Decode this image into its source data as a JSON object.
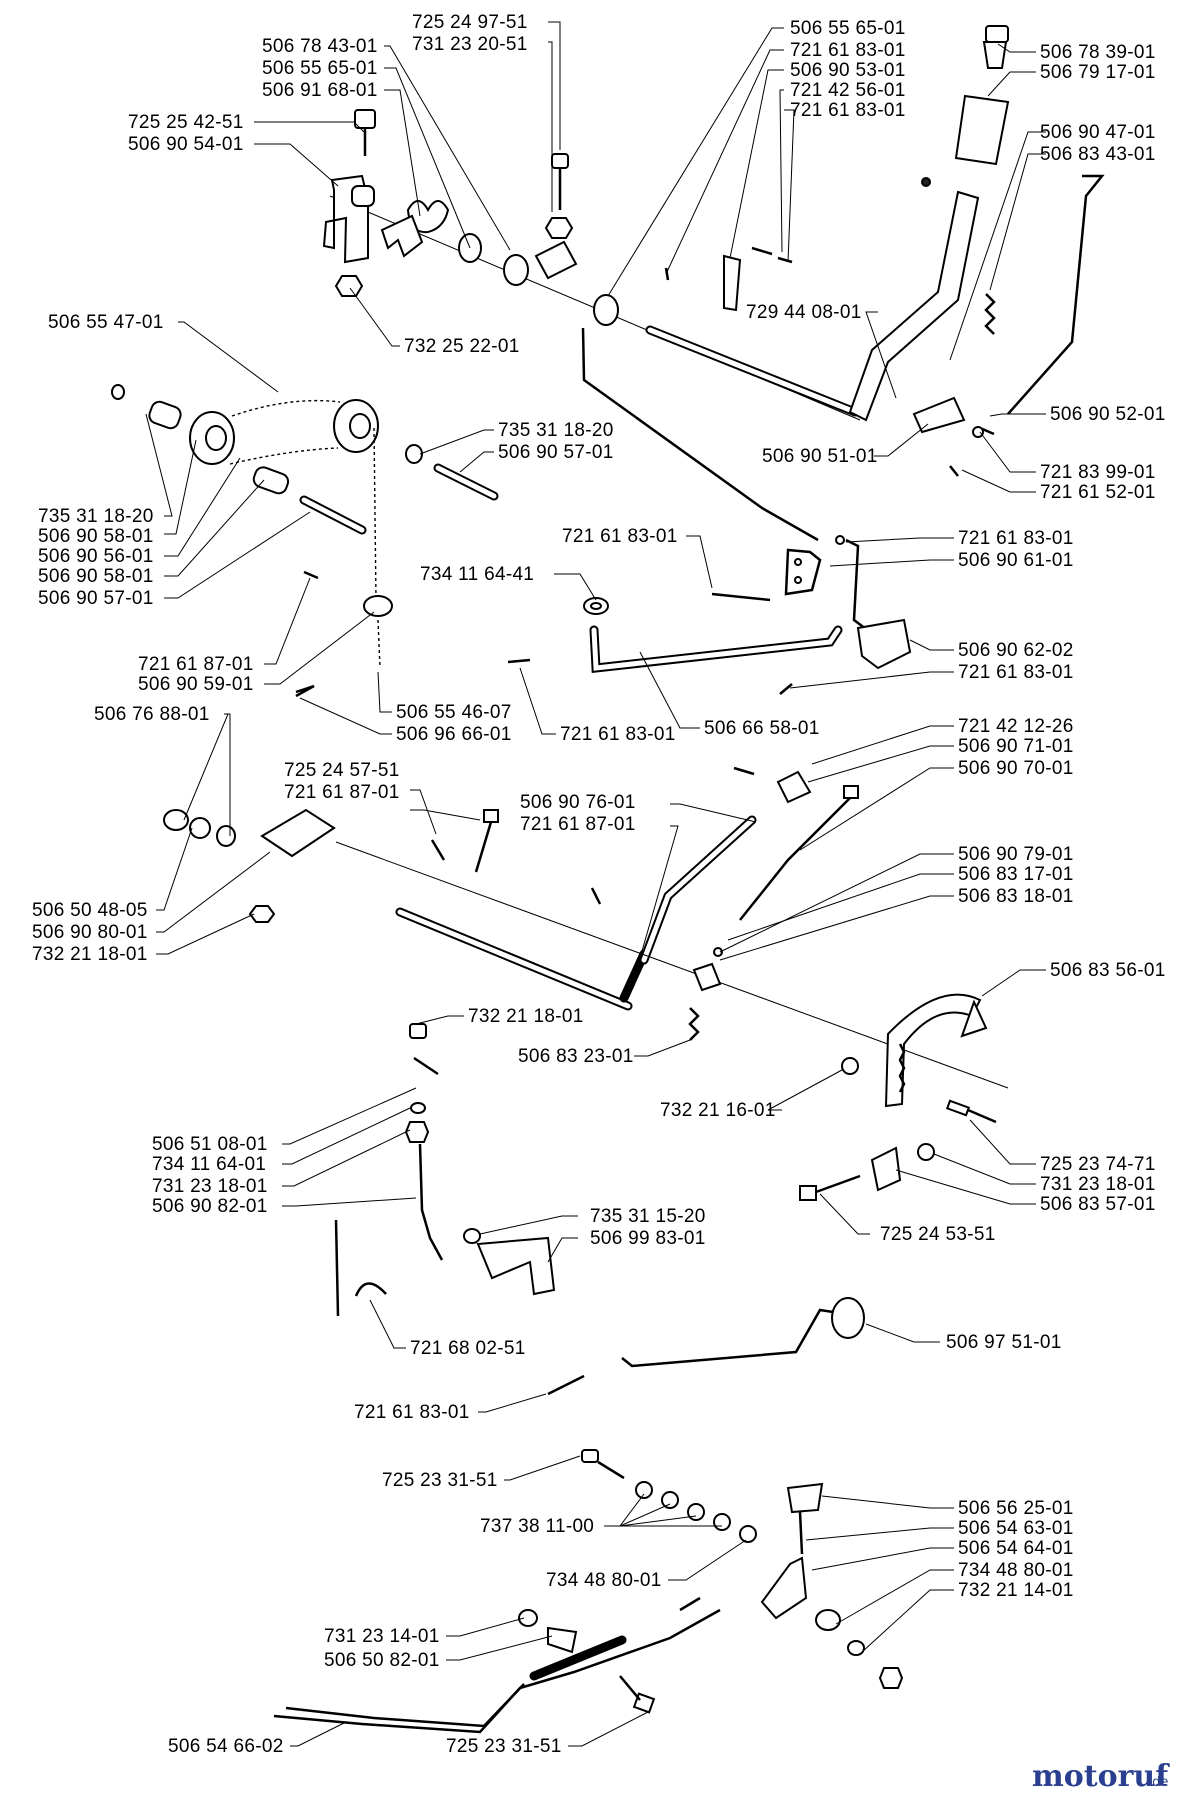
{
  "labels": {
    "l01": "725 24 97-51",
    "l02": "731 23 20-51",
    "l03": "506 78 43-01",
    "l04": "506 55 65-01",
    "l05": "506 91 68-01",
    "l06": "725 25 42-51",
    "l07": "506 90 54-01",
    "l08": "506 55 65-01",
    "l09": "721 61 83-01",
    "l10": "506 90 53-01",
    "l11": "721 42 56-01",
    "l12": "721 61 83-01",
    "l13": "506 78 39-01",
    "l14": "506 79 17-01",
    "l15": "506 90 47-01",
    "l16": "506 83 43-01",
    "l17": "729 44 08-01",
    "l18": "506 55 47-01",
    "l19": "732 25 22-01",
    "l20": "506 90 52-01",
    "l21": "506 90 51-01",
    "l22": "721 83 99-01",
    "l23": "721 61 52-01",
    "l24": "735 31 18-20",
    "l25": "506 90 57-01",
    "l26": "735 31 18-20",
    "l27": "506 90 58-01",
    "l28": "506 90 56-01",
    "l29": "506 90 58-01",
    "l30": "506 90 57-01",
    "l31": "721 61 83-01",
    "l32": "721 61 83-01",
    "l33": "506 90 61-01",
    "l34": "734 11 64-41",
    "l35": "506 90 62-02",
    "l36": "721 61 83-01",
    "l37": "721 61 87-01",
    "l38": "506 90 59-01",
    "l39": "506 55 46-07",
    "l40": "506 96 66-01",
    "l41": "721 61 83-01",
    "l42": "506 66 58-01",
    "l43": "506 76 88-01",
    "l44": "721 42 12-26",
    "l45": "506 90 71-01",
    "l46": "506 90 70-01",
    "l47": "725 24 57-51",
    "l48": "721 61 87-01",
    "l49": "506 90 76-01",
    "l50": "721 61 87-01",
    "l51": "506 90 79-01",
    "l52": "506 83 17-01",
    "l53": "506 83 18-01",
    "l54": "506 50 48-05",
    "l55": "506 90 80-01",
    "l56": "732 21 18-01",
    "l57": "506 83 56-01",
    "l58": "732 21 18-01",
    "l59": "506 83 23-01",
    "l60": "732 21 16-01",
    "l61": "506 51 08-01",
    "l62": "734 11 64-01",
    "l63": "731 23 18-01",
    "l64": "506 90 82-01",
    "l65": "725 23 74-71",
    "l66": "731 23 18-01",
    "l67": "506 83 57-01",
    "l68": "725 24 53-51",
    "l69": "735 31 15-20",
    "l70": "506 99 83-01",
    "l71": "721 68 02-51",
    "l72": "506 97 51-01",
    "l73": "721 61 83-01",
    "l74": "725 23 31-51",
    "l75": "737 38 11-00",
    "l76": "506 56 25-01",
    "l77": "506 54 63-01",
    "l78": "506 54 64-01",
    "l79": "734 48 80-01",
    "l80": "734 48 80-01",
    "l81": "732 21 14-01",
    "l82": "731 23 14-01",
    "l83": "506 50 82-01",
    "l84": "506 54 66-02",
    "l85": "725 23 31-51"
  },
  "watermark": {
    "main": "motoruf",
    "suffix": ".de"
  },
  "colors": {
    "ink": "#000000",
    "watermark_blue": "#2a3f8f",
    "watermark_orange": "#e07a10"
  }
}
